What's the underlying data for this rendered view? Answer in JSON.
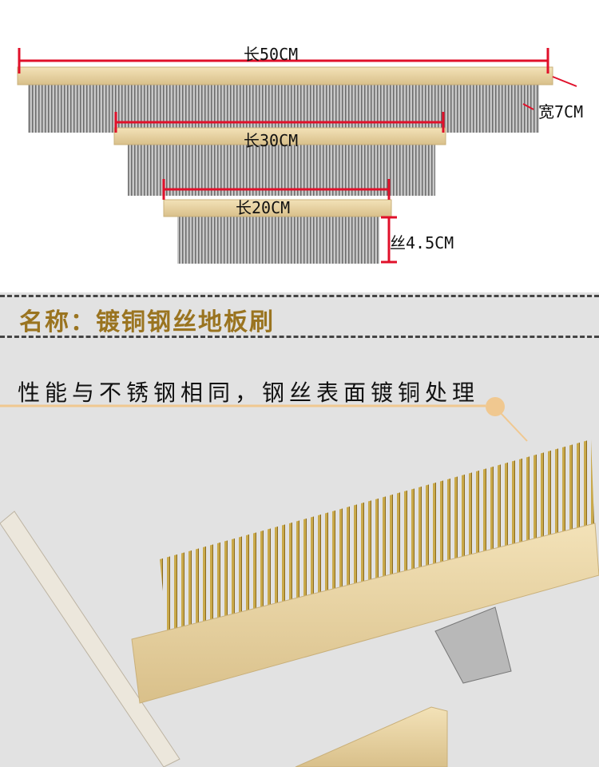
{
  "dimensions": {
    "length_50": "长50CM",
    "length_30": "长30CM",
    "length_20": "长20CM",
    "width_7": "宽7CM",
    "wire_45": "丝4.5CM"
  },
  "product": {
    "name": "名称：镀铜钢丝地板刷",
    "feature": "性能与不锈钢相同，钢丝表面镀铜处理"
  },
  "colors": {
    "dim_line": "#e0102a",
    "title": "#9a7420",
    "accent": "#f0c890"
  }
}
